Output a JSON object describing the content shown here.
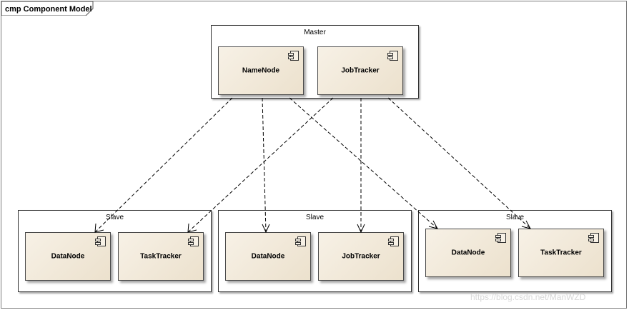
{
  "frame": {
    "title": "cmp Component Model"
  },
  "master": {
    "label": "Master",
    "components": [
      "NameNode",
      "JobTracker"
    ]
  },
  "slaves": [
    {
      "label": "Slave",
      "components": [
        "DataNode",
        "TaskTracker"
      ]
    },
    {
      "label": "Slave",
      "components": [
        "DataNode",
        "JobTracker"
      ]
    },
    {
      "label": "Slave",
      "components": [
        "DataNode",
        "TaskTracker"
      ]
    }
  ],
  "watermark": "https://blog.csdn.net/ManWZD"
}
